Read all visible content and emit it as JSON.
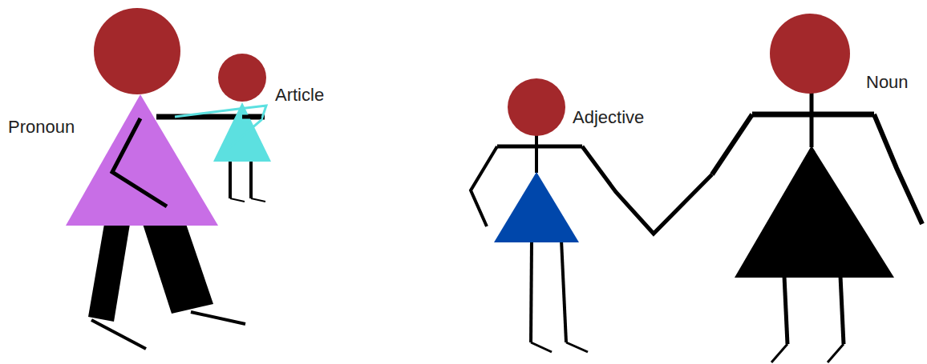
{
  "diagram": {
    "labels": [
      "Pronoun",
      "Article",
      "Adjective",
      "Noun"
    ]
  }
}
